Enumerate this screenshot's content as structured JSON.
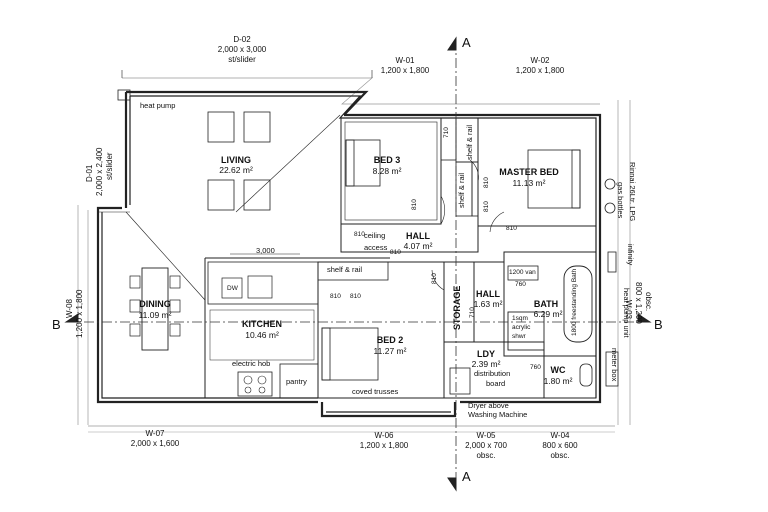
{
  "rooms": {
    "living": {
      "name": "LIVING",
      "area": "22.62 m²"
    },
    "bed3": {
      "name": "BED 3",
      "area": "8.28 m²"
    },
    "master": {
      "name": "MASTER BED",
      "area": "11.13 m²"
    },
    "hall": {
      "name": "HALL",
      "area": "4.07 m²"
    },
    "hall2": {
      "name": "HALL",
      "area": "1.63 m²"
    },
    "dining": {
      "name": "DINING",
      "area": "11.09 m²"
    },
    "kitchen": {
      "name": "KITCHEN",
      "area": "10.46 m²"
    },
    "bed2": {
      "name": "BED 2",
      "area": "11.27 m²"
    },
    "bath": {
      "name": "BATH",
      "area": "6.29 m²"
    },
    "ldy": {
      "name": "LDY",
      "area": "2.39 m²"
    },
    "wc": {
      "name": "WC",
      "area": "1.80 m²"
    },
    "storage": {
      "name": "STORAGE"
    }
  },
  "windows": {
    "d02": {
      "id": "D-02",
      "size": "2,000 x 3,000",
      "note": "st/slider"
    },
    "w01": {
      "id": "W-01",
      "size": "1,200 x 1,800"
    },
    "w02": {
      "id": "W-02",
      "size": "1,200 x 1,800"
    },
    "d01": {
      "id": "D-01",
      "size": "2,000 x 2,400",
      "note": "st/slider"
    },
    "w08": {
      "id": "W-08",
      "size": "1,200 x 1,800"
    },
    "w07": {
      "id": "W-07",
      "size": "2,000 x 1,600"
    },
    "w06": {
      "id": "W-06",
      "size": "1,200 x 1,800"
    },
    "w05": {
      "id": "W-05",
      "size": "2,000 x 700",
      "note": "obsc."
    },
    "w04": {
      "id": "W-04",
      "size": "800 x 600",
      "note": "obsc."
    },
    "w03": {
      "id": "W-03",
      "size": "800 x 1,200",
      "note": "obsc."
    }
  },
  "labels": {
    "heat_pump": "heat pump",
    "shelf_rail": "shelf & rail",
    "ceiling": "ceiling",
    "access": "access",
    "dw": "DW",
    "electric_hob": "electric hob",
    "pantry": "pantry",
    "coved_trusses": "coved trusses",
    "van": "1200 van",
    "freestanding_bath": "1800 freestanding Bath",
    "shower1": "1sqm",
    "shower2": "acrylic",
    "shower3": "shwr",
    "distribution1": "distribution",
    "distribution2": "board",
    "dryer1": "Dryer above",
    "dryer2": "Washing Machine",
    "infinity": "infinity",
    "gas_bottles": "gas bottles",
    "rinnai": "Rinnai 26Ltr. LPG",
    "heat_pump_unit": "heat pump unit",
    "meter_box": "meter box",
    "dim_3000": "3,000",
    "d810": "810",
    "d710": "710",
    "d760": "760"
  },
  "sections": {
    "a": "A",
    "b": "B"
  }
}
